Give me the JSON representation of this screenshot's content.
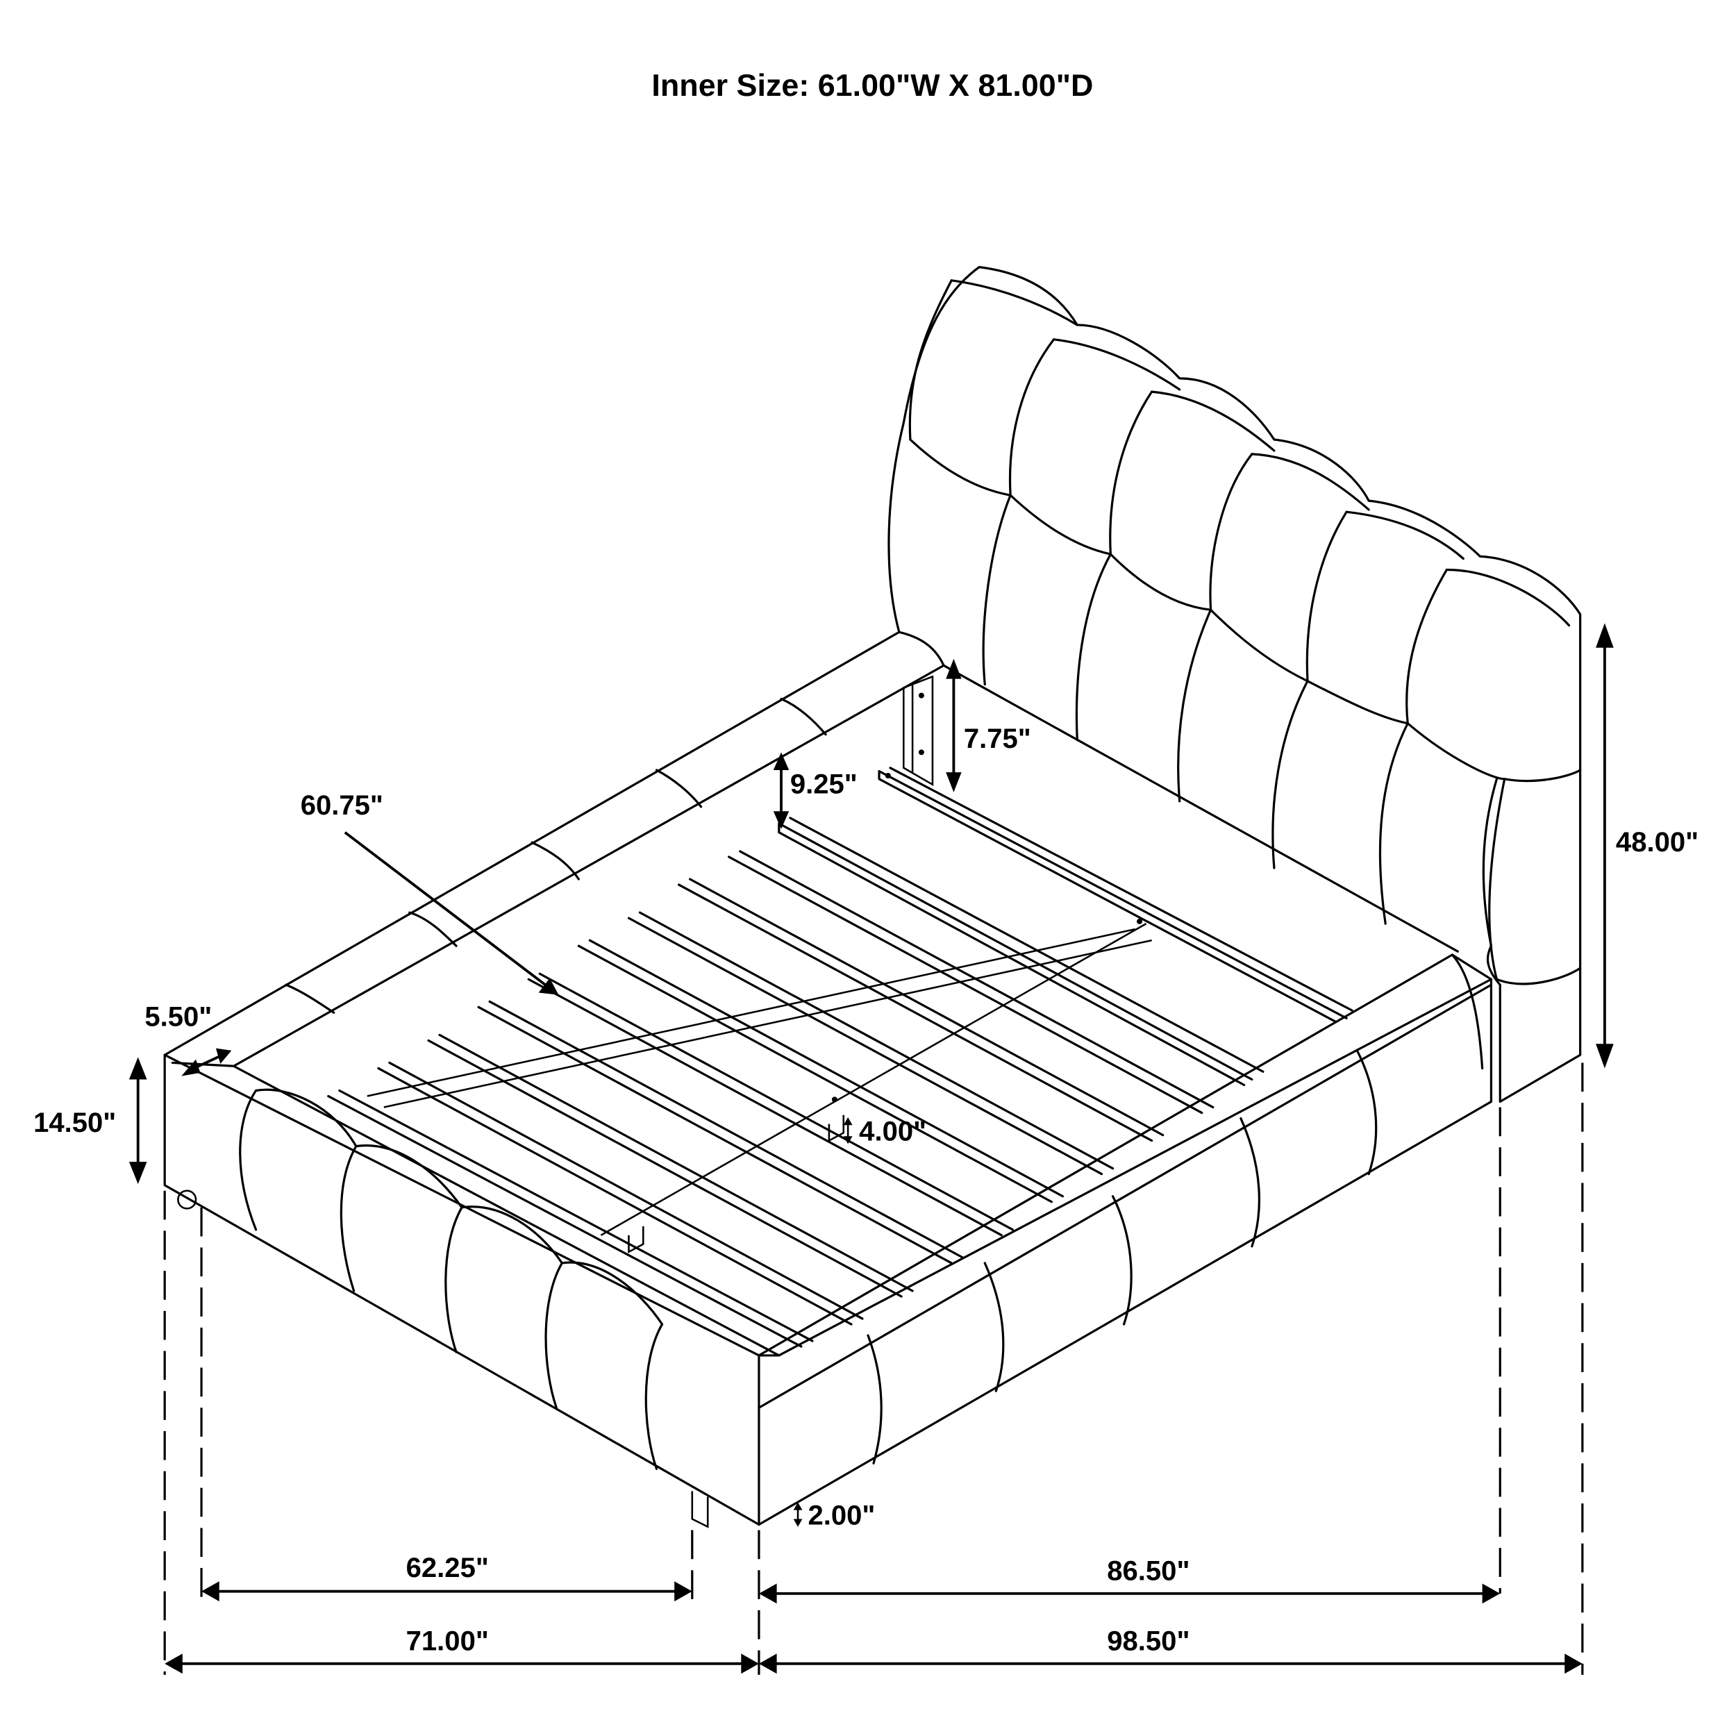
{
  "title": "Inner Size: 61.00\"W X 81.00\"D",
  "colors": {
    "line": "#000000",
    "background": "#ffffff"
  },
  "dimensions": {
    "headboard_height": "48.00\"",
    "leg_clearance_rail": "7.75\"",
    "rail_to_slat": "9.25\"",
    "inner_width_slats": "60.75\"",
    "rail_thickness": "5.50\"",
    "footboard_height": "14.50\"",
    "slat_gap": "4.00\"",
    "floor_clearance": "2.00\"",
    "leg_span_width": "62.25\"",
    "overall_width": "71.00\"",
    "leg_span_length": "86.50\"",
    "overall_length": "98.50\""
  }
}
